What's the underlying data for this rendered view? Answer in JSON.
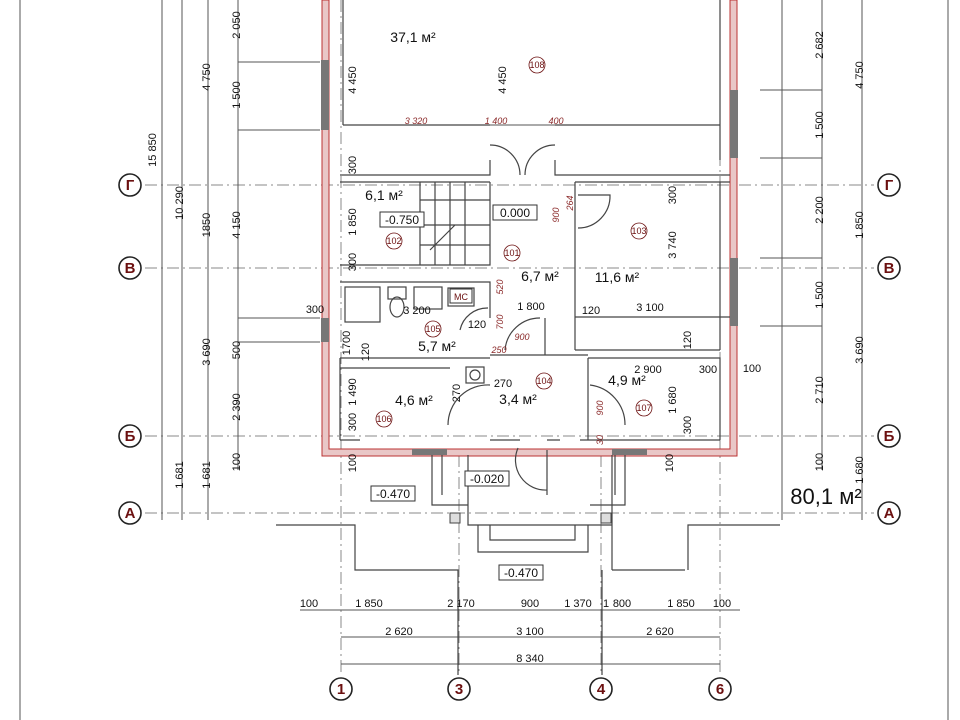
{
  "rooms": [
    {
      "number": "108",
      "area": "37,1 м²"
    },
    {
      "number": "102",
      "area": "6,1 м²"
    },
    {
      "number": "101",
      "area": "6,7 м²"
    },
    {
      "number": "103",
      "area": "11,6 м²"
    },
    {
      "number": "105",
      "area": "5,7 м²"
    },
    {
      "number": "106",
      "area": "4,6 м²"
    },
    {
      "number": "104",
      "area": "3,4 м²"
    },
    {
      "number": "107",
      "area": "4,9 м²"
    }
  ],
  "total_area": "80,1 м²",
  "levels": [
    "-0.750",
    "0.000",
    "-0.020",
    "-0.470",
    "-0.470"
  ],
  "fixture_label": "МС",
  "axes": {
    "rows": [
      "Г",
      "В",
      "Б",
      "А"
    ],
    "columns": [
      "1",
      "3",
      "4",
      "6"
    ]
  },
  "dimensions": {
    "left": [
      "15 850",
      "10 290",
      "1 681",
      "4 750",
      "1850",
      "3 690",
      "1 681",
      "2 050",
      "1 500",
      "4 150",
      "500",
      "2 390",
      "100"
    ],
    "left_inner": [
      "4 450",
      "300",
      "1 850",
      "300",
      "1700",
      "120",
      "1 490",
      "300",
      "100",
      "300"
    ],
    "right": [
      "2 682",
      "1 500",
      "2 200",
      "1 500",
      "2 710",
      "100",
      "4 750",
      "1 850",
      "3 690",
      "1 680",
      "100"
    ],
    "interior": [
      "4 450",
      "3 740",
      "300",
      "120",
      "1 680",
      "300",
      "100",
      "3 200",
      "1 800",
      "120",
      "3 100",
      "120",
      "2 900",
      "300",
      "270",
      "270"
    ],
    "red": [
      "3 320",
      "1 400",
      "400",
      "900",
      "264",
      "520",
      "700",
      "250",
      "900",
      "900",
      "30"
    ],
    "bottom": [
      "100",
      "1 850",
      "2 170",
      "900",
      "1 370",
      "1",
      "800",
      "1 850",
      "100",
      "2 620",
      "3 100",
      "2 620",
      "8 340"
    ]
  },
  "colors": {
    "wall_hatch": "#e9c7c7",
    "wall_line": "#bb3333",
    "axis_text": "#6b0f0f",
    "red_dim": "#8b2a2a"
  }
}
